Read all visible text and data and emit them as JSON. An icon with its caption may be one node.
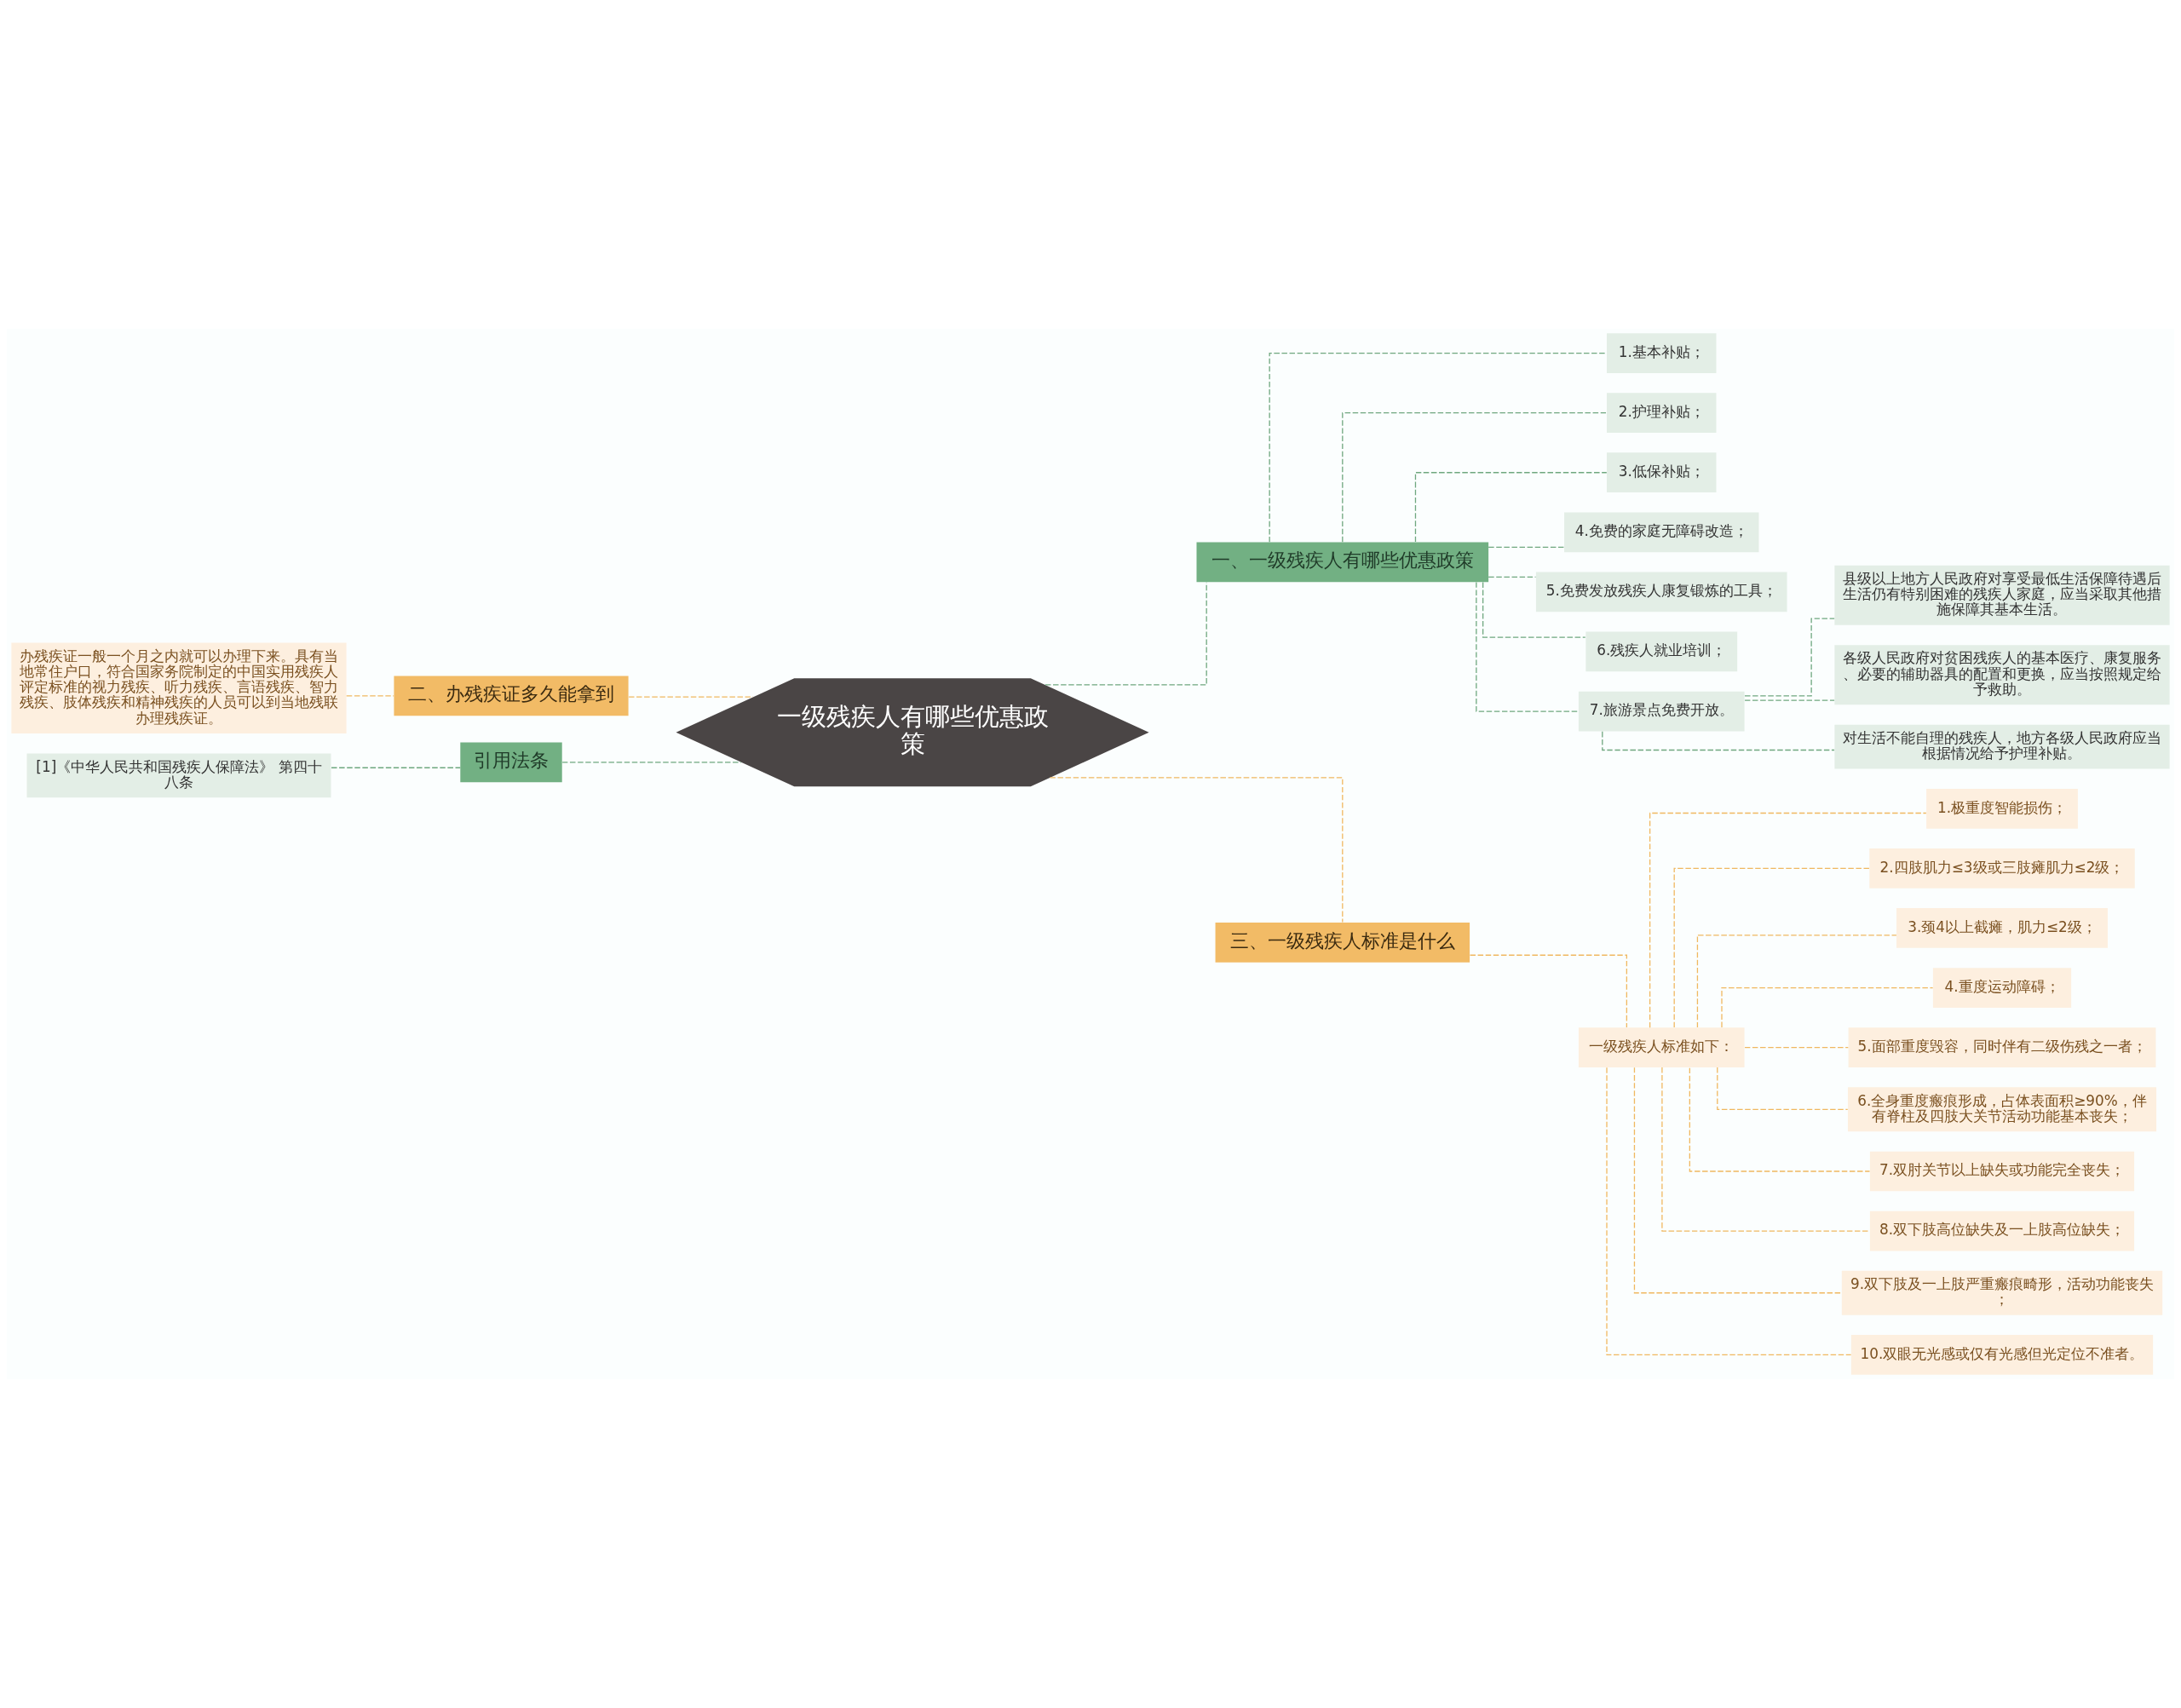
{
  "diagram": {
    "nodes": [
      {
        "text": [
          "一级残疾人有哪些优惠政策"
        ]
      },
      {
        "text": [
          "一、一级残疾人有哪些优惠政策"
        ]
      },
      {
        "text": [
          "1.基本补贴；"
        ]
      },
      {
        "text": [
          "2.护理补贴；"
        ]
      },
      {
        "text": [
          "3.低保补贴；"
        ]
      },
      {
        "text": [
          "4.免费的家庭无障碍改造；"
        ]
      },
      {
        "text": [
          "5.免费发放残疾人康复锻炼的工具；"
        ]
      },
      {
        "text": [
          "6.残疾人就业培训；"
        ]
      },
      {
        "text": [
          "7.旅游景点免费开放。"
        ]
      },
      {
        "text": [
          "县级以上地方人民政府对享受最低生活保障待遇后生活仍有特别困难的残疾人家庭，应当采取其他措施保障其基本生活。"
        ]
      },
      {
        "text": [
          "各级人民政府对贫困残疾人的基本医疗、康复服务、必要的辅助器具的配置和更换，应当按照规定给予救助。"
        ]
      },
      {
        "text": [
          "对生活不能自理的残疾人，地方各级人民政府应当根据情况给予护理补贴。"
        ]
      },
      {
        "text": [
          "二、办残疾证多久能拿到"
        ]
      },
      {
        "text": [
          "办残疾证一般一个月之内就可以办理下来。具有当地常住户口，符合国家务院制定的中国实用残疾人评定标准的视力残疾、听力残疾、言语残疾、智力残疾、肢体残疾和精神残疾的人员可以到当地残联办理残疾证。"
        ]
      },
      {
        "text": [
          "引用法条"
        ]
      },
      {
        "text": [
          "[1]《中华人民共和国残疾人保障法》 第四十八条"
        ]
      },
      {
        "text": [
          "三、一级残疾人标准是什么"
        ]
      },
      {
        "text": [
          "一级残疾人标准如下："
        ]
      },
      {
        "text": [
          "1.极重度智能损伤；"
        ]
      },
      {
        "text": [
          "2.四肢肌力≤3级或三肢瘫肌力≤2级；"
        ]
      },
      {
        "text": [
          "3.颈4以上截瘫，肌力≤2级；"
        ]
      },
      {
        "text": [
          "4.重度运动障碍；"
        ]
      },
      {
        "text": [
          "5.面部重度毁容，同时伴有二级伤残之一者；"
        ]
      },
      {
        "text": [
          "6.全身重度瘢痕形成，占体表面积≥90%，伴有脊柱及四肢大关节活动功能基本丧失；"
        ]
      },
      {
        "text": [
          "7.双肘关节以上缺失或功能完全丧失；"
        ]
      },
      {
        "text": [
          "8.双下肢高位缺失及一上肢高位缺失；"
        ]
      },
      {
        "text": [
          "9.双下肢及一上肢严重瘢痕畸形，活动功能丧失；"
        ]
      },
      {
        "text": [
          "10.双眼无光感或仅有光感但光定位不准者。"
        ]
      }
    ],
    "edges": [
      {
        "from": 0,
        "to": 1,
        "arrow": "none",
        "style": "dashed",
        "color": "#6fa77f"
      },
      {
        "from": 1,
        "to": 2,
        "arrow": "none",
        "style": "dashed",
        "color": "#6fa77f"
      },
      {
        "from": 1,
        "to": 3,
        "arrow": "none",
        "style": "dashed",
        "color": "#6fa77f"
      },
      {
        "from": 1,
        "to": 4,
        "arrow": "none",
        "style": "dashed",
        "color": "#6fa77f"
      },
      {
        "from": 1,
        "to": 5,
        "arrow": "none",
        "style": "dashed",
        "color": "#6fa77f"
      },
      {
        "from": 1,
        "to": 6,
        "arrow": "none",
        "style": "dashed",
        "color": "#6fa77f"
      },
      {
        "from": 1,
        "to": 7,
        "arrow": "none",
        "style": "dashed",
        "color": "#6fa77f"
      },
      {
        "from": 1,
        "to": 8,
        "arrow": "none",
        "style": "dashed",
        "color": "#6fa77f"
      },
      {
        "from": 8,
        "to": 9,
        "arrow": "none",
        "style": "dashed",
        "color": "#6fa77f"
      },
      {
        "from": 8,
        "to": 10,
        "arrow": "none",
        "style": "dashed",
        "color": "#6fa77f"
      },
      {
        "from": 8,
        "to": 11,
        "arrow": "none",
        "style": "dashed",
        "color": "#6fa77f"
      },
      {
        "from": 13,
        "to": 12,
        "arrow": "none",
        "style": "dashed"
      },
      {
        "from": 12,
        "to": 0,
        "arrow": "none",
        "style": "dashed"
      },
      {
        "from": 15,
        "to": 14,
        "arrow": "none",
        "style": "dashed",
        "color": "#6fa77f"
      },
      {
        "from": 14,
        "to": 0,
        "arrow": "none",
        "style": "dashed",
        "color": "#6fa77f"
      },
      {
        "from": 0,
        "to": 16,
        "arrow": "none",
        "style": "dashed"
      },
      {
        "from": 16,
        "to": 17,
        "arrow": "none",
        "style": "dashed"
      },
      {
        "from": 17,
        "to": 18,
        "arrow": "none",
        "style": "dashed"
      },
      {
        "from": 17,
        "to": 19,
        "arrow": "none",
        "style": "dashed"
      },
      {
        "from": 17,
        "to": 20,
        "arrow": "none",
        "style": "dashed"
      },
      {
        "from": 17,
        "to": 21,
        "arrow": "none",
        "style": "dashed"
      },
      {
        "from": 17,
        "to": 22,
        "arrow": "none",
        "style": "dashed"
      },
      {
        "from": 17,
        "to": 23,
        "arrow": "none",
        "style": "dashed"
      },
      {
        "from": 17,
        "to": 24,
        "arrow": "none",
        "style": "dashed"
      },
      {
        "from": 17,
        "to": 25,
        "arrow": "none",
        "style": "dashed"
      },
      {
        "from": 17,
        "to": 26,
        "arrow": "none",
        "style": "dashed"
      },
      {
        "from": 17,
        "to": 27,
        "arrow": "none",
        "style": "dashed"
      }
    ]
  }
}
